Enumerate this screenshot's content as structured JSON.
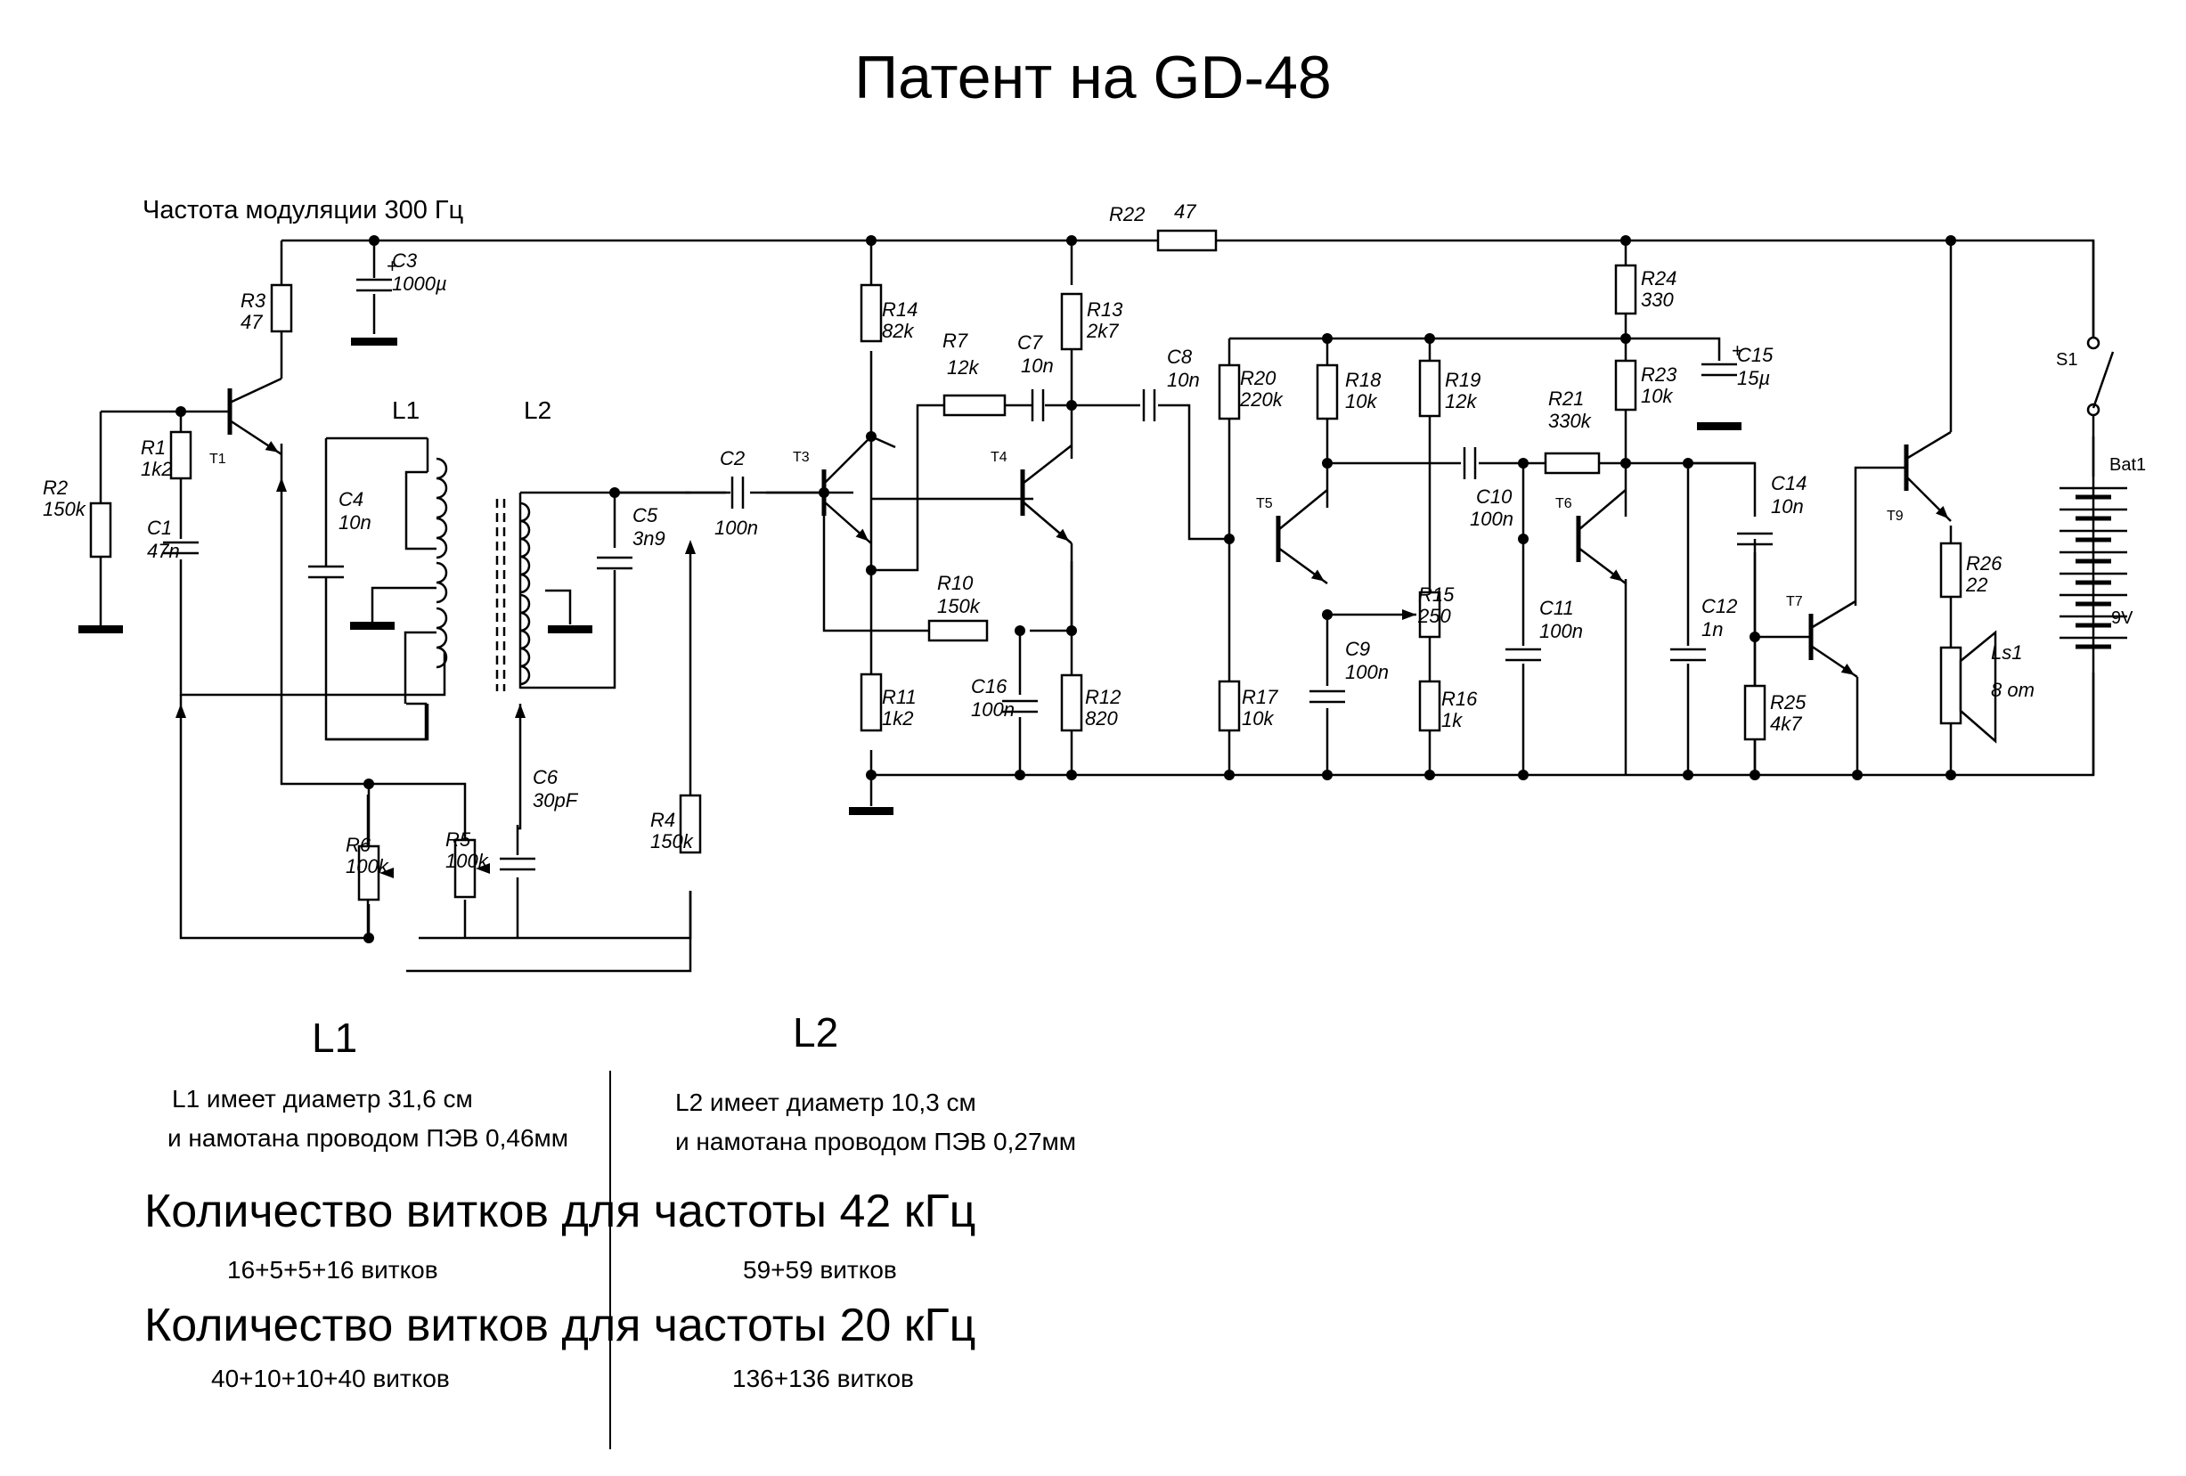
{
  "title": "Патент на GD-48",
  "modulation_note": "Частота модуляции 300 Гц",
  "components": {
    "R1": {
      "ref": "R1",
      "value": "1k2"
    },
    "R2": {
      "ref": "R2",
      "value": "150k"
    },
    "R3": {
      "ref": "R3",
      "value": "47"
    },
    "R4": {
      "ref": "R4",
      "value": "150k"
    },
    "R5": {
      "ref": "R5",
      "value": "100k"
    },
    "R6": {
      "ref": "R6",
      "value": "100k"
    },
    "R7": {
      "ref": "R7",
      "value": "12k"
    },
    "R10": {
      "ref": "R10",
      "value": "150k"
    },
    "R11": {
      "ref": "R11",
      "value": "1k2"
    },
    "R12": {
      "ref": "R12",
      "value": "820"
    },
    "R13": {
      "ref": "R13",
      "value": "2k7"
    },
    "R14": {
      "ref": "R14",
      "value": "82k"
    },
    "R15": {
      "ref": "R15",
      "value": "250"
    },
    "R16": {
      "ref": "R16",
      "value": "1k"
    },
    "R17": {
      "ref": "R17",
      "value": "10k"
    },
    "R18": {
      "ref": "R18",
      "value": "10k"
    },
    "R19": {
      "ref": "R19",
      "value": "12k"
    },
    "R20": {
      "ref": "R20",
      "value": "220k"
    },
    "R21": {
      "ref": "R21",
      "value": "330k"
    },
    "R22": {
      "ref": "R22",
      "value": "47"
    },
    "R23": {
      "ref": "R23",
      "value": "10k"
    },
    "R24": {
      "ref": "R24",
      "value": "330"
    },
    "R25": {
      "ref": "R25",
      "value": "4k7"
    },
    "R26": {
      "ref": "R26",
      "value": "22"
    },
    "C1": {
      "ref": "C1",
      "value": "47n"
    },
    "C2": {
      "ref": "C2",
      "value": "100n"
    },
    "C3": {
      "ref": "C3",
      "value": "1000µ"
    },
    "C4": {
      "ref": "C4",
      "value": "10n"
    },
    "C5": {
      "ref": "C5",
      "value": "3n9"
    },
    "C6": {
      "ref": "C6",
      "value": "30pF"
    },
    "C7": {
      "ref": "C7",
      "value": "10n"
    },
    "C8": {
      "ref": "C8",
      "value": "10n"
    },
    "C9": {
      "ref": "C9",
      "value": "100n"
    },
    "C10": {
      "ref": "C10",
      "value": "100n"
    },
    "C11": {
      "ref": "C11",
      "value": "100n"
    },
    "C12": {
      "ref": "C12",
      "value": "1n"
    },
    "C14": {
      "ref": "C14",
      "value": "10n"
    },
    "C15": {
      "ref": "C15",
      "value": "15µ"
    },
    "C16": {
      "ref": "C16",
      "value": "100n"
    },
    "T1": "T1",
    "T3": "T3",
    "T4": "T4",
    "T5": "T5",
    "T6": "T6",
    "T7": "T7",
    "T9": "T9",
    "L1": "L1",
    "L2": "L2",
    "S1": "S1",
    "Bat1": {
      "ref": "Bat1",
      "value": "9V"
    },
    "Ls1": {
      "ref": "Ls1",
      "value": "8 om"
    }
  },
  "polarity": "+",
  "coils": {
    "l1": {
      "name": "L1",
      "desc1": "L1 имеет диаметр 31,6 см",
      "desc2": "и намотана проводом ПЭВ 0,46мм",
      "turns_42": "16+5+5+16 витков",
      "turns_20": "40+10+10+40 витков"
    },
    "l2": {
      "name": "L2",
      "desc1": "L2 имеет диаметр 10,3 см",
      "desc2": "и намотана проводом ПЭВ 0,27мм",
      "turns_42": "59+59 витков",
      "turns_20": "136+136 витков"
    }
  },
  "freq_42": "Количество витков для частоты 42 кГц",
  "freq_20": "Количество витков для частоты 20 кГц"
}
